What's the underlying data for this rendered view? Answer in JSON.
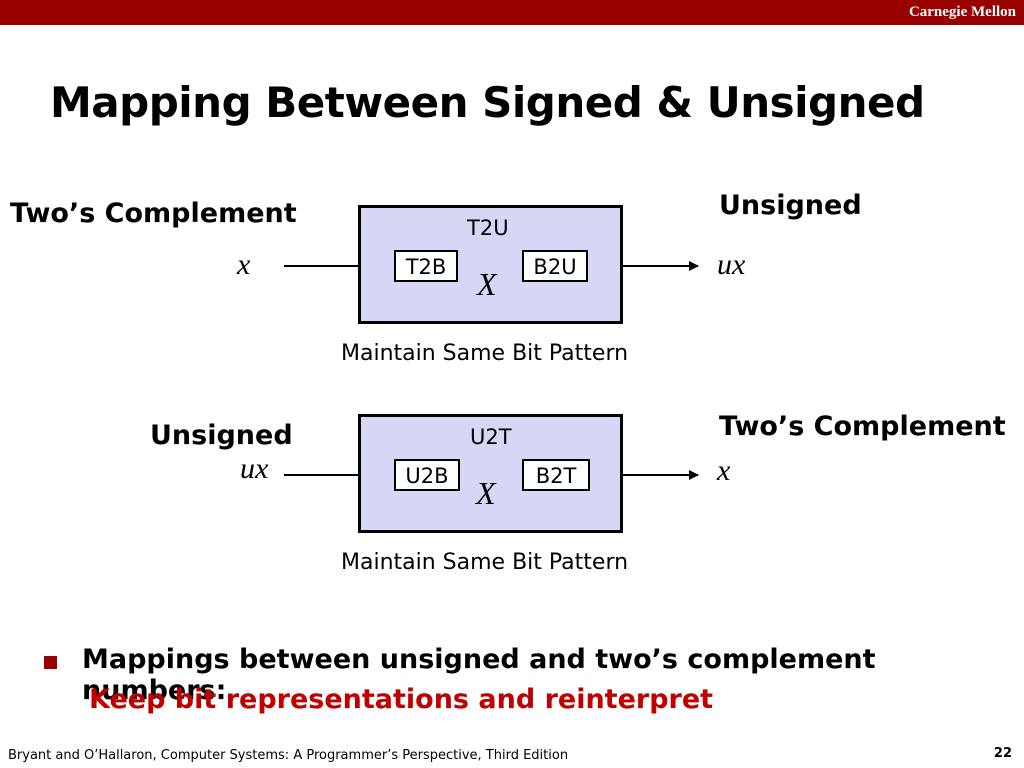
{
  "header": {
    "brand": "Carnegie Mellon"
  },
  "title": "Mapping Between Signed & Unsigned",
  "diagram1": {
    "left_label": "Two’s Complement",
    "left_var": "x",
    "box_title": "T2U",
    "left_block": "T2B",
    "right_block": "B2U",
    "cross_symbol": "X",
    "right_label": "Unsigned",
    "right_var": "ux",
    "caption": "Maintain Same Bit Pattern"
  },
  "diagram2": {
    "left_label": "Unsigned",
    "left_var": "ux",
    "box_title": "U2T",
    "left_block": "U2B",
    "right_block": "B2T",
    "cross_symbol": "X",
    "right_label": "Two’s Complement",
    "right_var": "x",
    "caption": "Maintain Same Bit Pattern"
  },
  "bullet": {
    "text": "Mappings between unsigned and two’s complement numbers:",
    "highlight": "Keep bit representations and reinterpret",
    "highlight_color": "#c00000",
    "bullet_color": "#990000"
  },
  "footer": {
    "citation": "Bryant and O’Hallaron, Computer Systems: A Programmer’s Perspective, Third Edition",
    "page_number": "22"
  },
  "colors": {
    "header_bar": "#990000",
    "box_fill": "#d6d6f5"
  }
}
